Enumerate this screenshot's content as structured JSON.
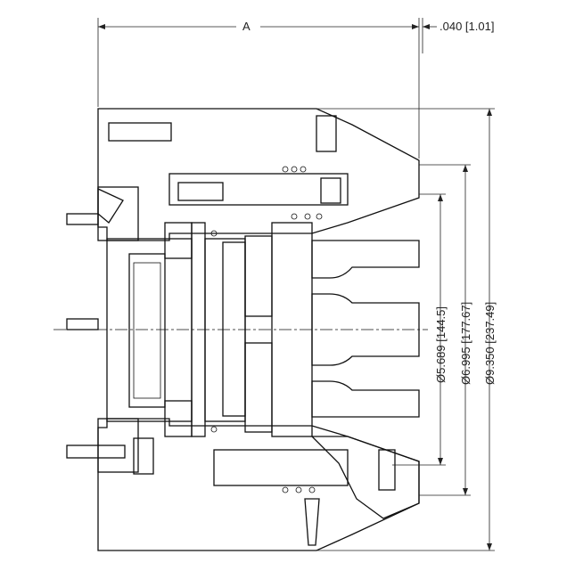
{
  "dimensions": {
    "overall_length": "A",
    "face_offset": ".040 [1.01]",
    "bore_diameter": "Ø5.689 [144.5]",
    "pilot_diameter": "Ø6.995 [177.67]",
    "outer_diameter": "Ø9.350 [237.49]"
  }
}
